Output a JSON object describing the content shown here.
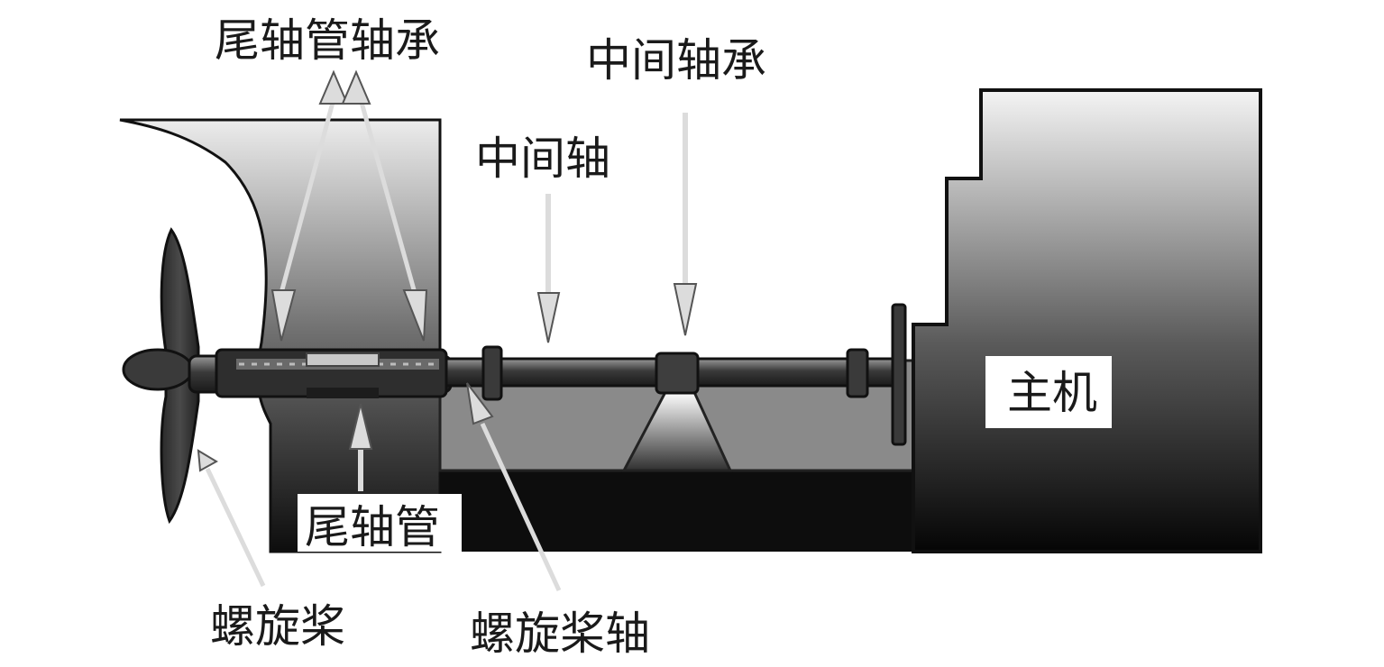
{
  "labels": {
    "stern_tube_bearing": "尾轴管轴承",
    "intermediate_bearing": "中间轴承",
    "intermediate_shaft": "中间轴",
    "main_engine": "主机",
    "stern_tube": "尾轴管",
    "propeller": "螺旋桨",
    "propeller_shaft": "螺旋桨轴"
  },
  "colors": {
    "hull_dark": "#0d0d0d",
    "hull_light": "#e2e2e2",
    "engine_room": "#8a8a8a",
    "shaft": "#4a4a4a",
    "arrow": "#cccccc"
  }
}
